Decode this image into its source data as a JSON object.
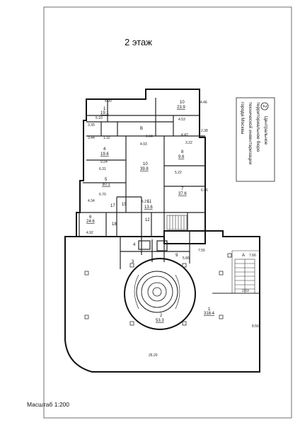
{
  "plan": {
    "title": "2 этаж",
    "scale_label": "Масштаб 1:200",
    "stamp_lines": [
      "Центральное",
      "территориальное бюро",
      "технической инвентаризации",
      "города Москвы"
    ],
    "stamp_number": "2",
    "rooms": [
      {
        "id": "room-1",
        "number": "1",
        "area": "318.4"
      },
      {
        "id": "room-2",
        "number": "2",
        "area": "53.3"
      },
      {
        "id": "room-3",
        "number": "3",
        "area": ""
      },
      {
        "id": "room-4",
        "number": "4",
        "area": ""
      },
      {
        "id": "room-5",
        "number": "5",
        "area": "30.1"
      },
      {
        "id": "room-6",
        "number": "6",
        "area": "24.6"
      },
      {
        "id": "room-7",
        "number": "7",
        "area": "37.6"
      },
      {
        "id": "room-8",
        "number": "8",
        "area": "9.6"
      },
      {
        "id": "room-9",
        "number": "9",
        "area": ""
      },
      {
        "id": "room-10",
        "number": "10",
        "area": "23.9"
      },
      {
        "id": "room-11",
        "number": "1",
        "area": "19.1"
      },
      {
        "id": "room-12",
        "number": "4",
        "area": "19.6"
      },
      {
        "id": "room-13",
        "number": "10",
        "area": "39.8"
      },
      {
        "id": "room-14",
        "number": "11",
        "area": "13.6"
      },
      {
        "id": "room-15",
        "number": "12",
        "area": ""
      },
      {
        "id": "room-16",
        "number": "15",
        "area": ""
      },
      {
        "id": "room-17",
        "number": "17",
        "area": ""
      },
      {
        "id": "room-18",
        "number": "18",
        "area": ""
      },
      {
        "id": "room-A",
        "number": "A",
        "area": ""
      },
      {
        "id": "room-B",
        "number": "B",
        "area": ""
      }
    ],
    "dimensions": [
      "4.90",
      "5.10",
      "3.35",
      "3.44",
      "1.32",
      "9.24",
      "6.31",
      "6.70",
      "4.34",
      "4.92",
      "4.53",
      "4.42",
      "3.22",
      "5.22",
      "4.93",
      "6.64",
      "5.21",
      "7.55",
      "2.03",
      "26.20",
      "8.56",
      "4.46",
      "2.38",
      "6.46",
      "7.66",
      "5.86"
    ]
  }
}
